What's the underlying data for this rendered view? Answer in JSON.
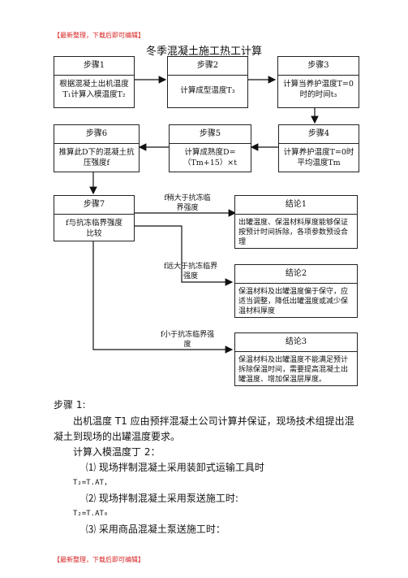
{
  "header_note": "【最新整理，下载后即可编辑】",
  "footer_note": "【最新整理，下载后即可编辑】",
  "title": "冬季混凝土施工热工计算",
  "steps": {
    "s1": {
      "head": "步骤1",
      "body": "根据混凝土出机温度T₁计算入模温度T₂"
    },
    "s2": {
      "head": "步骤2",
      "body": "计算成型温度T₃"
    },
    "s3": {
      "head": "步骤3",
      "body": "计算当养护温度T=0时的时间t₃"
    },
    "s4": {
      "head": "步骤4",
      "body": "计算养护温度T=0时平均温度Tm"
    },
    "s5": {
      "head": "步骤5",
      "body": "计算成熟度D=（Tm+15）×t"
    },
    "s6": {
      "head": "步骤6",
      "body": "推算此D下的混凝土抗压强度f"
    },
    "s7": {
      "head": "步骤7",
      "body": "f与抗冻临界强度比较"
    }
  },
  "conclusions": {
    "c1": {
      "head": "结论1",
      "body": "出罐温度、保温材料厚度能够保证按预计时间拆除，各项参数预设合理"
    },
    "c2": {
      "head": "结论2",
      "body": "保温材料及出罐温度偏于保守，应适当调整，降低出罐温度或减少保温材料厚度"
    },
    "c3": {
      "head": "结论3",
      "body": "保温材料及出罐温度不能满足预计拆除保温时间，需要提高混凝土出罐温度、增加保温层厚度。"
    }
  },
  "edge_labels": {
    "e1": "f稍大于抗冻临界强度",
    "e2": "f远大于抗冻临界强度",
    "e3": "f小于抗冻临界强度"
  },
  "body_text": {
    "step_heading": "步骤 1:",
    "para1_line1": "出机温度 T1 应由预拌混凝土公司计算并保证，现场技术组提出混",
    "para1_line2": "凝土到现场的出罐温度要求。",
    "calc_line": "计算入模温度丁 2：",
    "item1": "⑴ 现场拌制混凝土采用装卸式运输工具时",
    "formula1": "T₂=T.AT,",
    "item2": "⑵ 现场拌制混凝土采用泵送施工时:",
    "formula2": "T₂=T.AT₀",
    "item3": "⑶ 采用商品混凝土泵送施工时："
  }
}
